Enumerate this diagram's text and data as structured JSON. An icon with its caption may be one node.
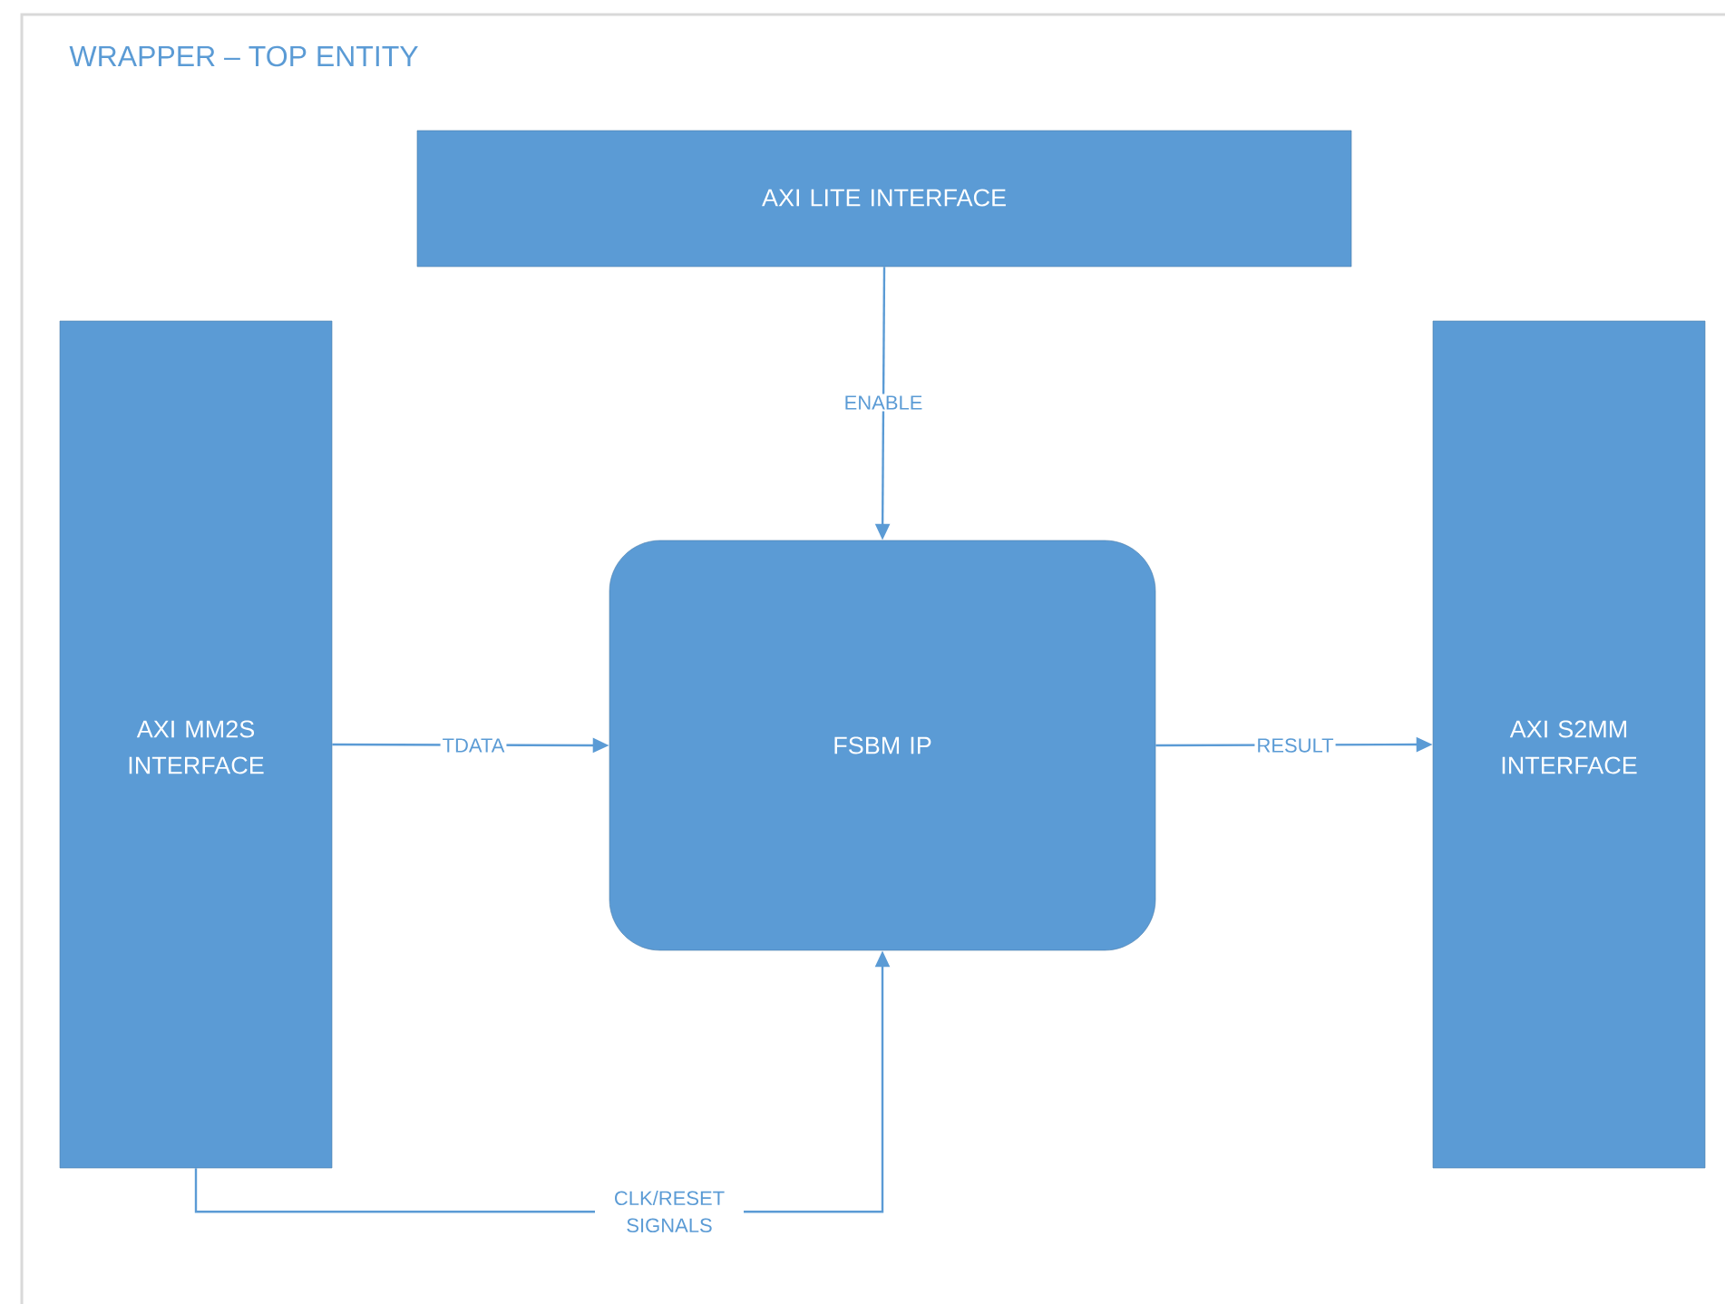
{
  "diagram": {
    "nodes": [
      {
        "text": [
          "WRAPPER – TOP ENTITY"
        ]
      },
      {
        "text": [
          "AXI LITE INTERFACE"
        ],
        "in": 0
      },
      {
        "text": [
          "AXI MM2S INTERFACE"
        ],
        "in": 0
      },
      {
        "text": [
          "FSBM IP"
        ],
        "in": 0
      },
      {
        "text": [
          "AXI S2MM INTERFACE"
        ],
        "in": 0
      }
    ],
    "edges": [
      {
        "from": 1,
        "to": 3,
        "arrow": "to",
        "label": "ENABLE"
      },
      {
        "from": 2,
        "to": 3,
        "arrow": "to",
        "label": "TDATA"
      },
      {
        "from": 3,
        "to": 4,
        "arrow": "to",
        "label": "RESULT"
      },
      {
        "from": 2,
        "to": 3,
        "arrow": "to",
        "label": "CLK/RESET SIGNALS"
      }
    ]
  }
}
